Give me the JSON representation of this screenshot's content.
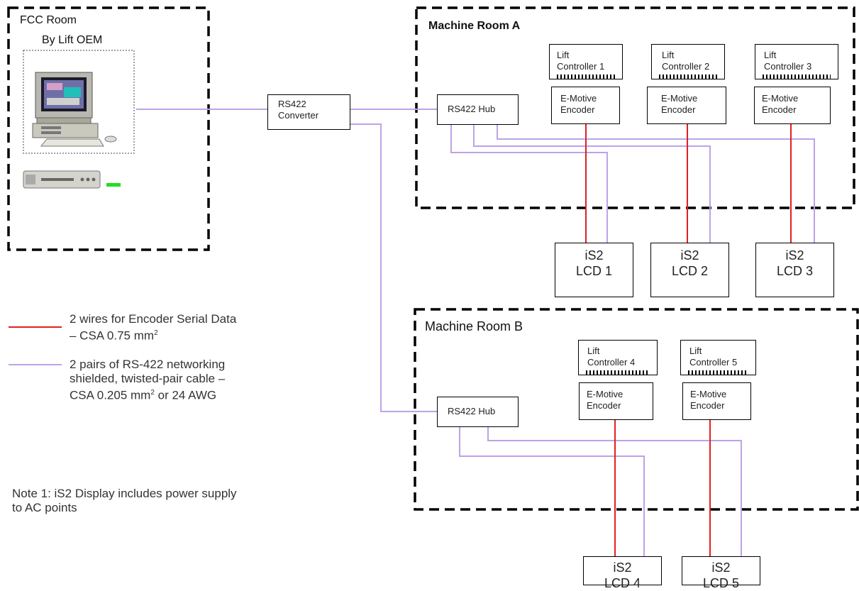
{
  "fcc_room": {
    "title": "FCC Room",
    "subtitle": "By Lift OEM",
    "icons": [
      "computer-workstation-icon",
      "dvr-recorder-icon"
    ]
  },
  "rs422_converter": {
    "line1": "RS422",
    "line2": "Converter"
  },
  "machine_room_a": {
    "title": "Machine Room A",
    "hub_label": "RS422 Hub",
    "controllers": [
      {
        "line1": "Lift",
        "line2": "Controller 1",
        "enc1": "E-Motive",
        "enc2": "Encoder"
      },
      {
        "line1": "Lift",
        "line2": "Controller 2",
        "enc1": "E-Motive",
        "enc2": "Encoder"
      },
      {
        "line1": "Lift",
        "line2": "Controller 3",
        "enc1": "E-Motive",
        "enc2": "Encoder"
      }
    ]
  },
  "machine_room_b": {
    "title": "Machine Room B",
    "hub_label": "RS422 Hub",
    "controllers": [
      {
        "line1": "Lift",
        "line2": "Controller 4",
        "enc1": "E-Motive",
        "enc2": "Encoder"
      },
      {
        "line1": "Lift",
        "line2": "Controller 5",
        "enc1": "E-Motive",
        "enc2": "Encoder"
      }
    ]
  },
  "displays": [
    {
      "line1": "iS2",
      "line2": "LCD 1"
    },
    {
      "line1": "iS2",
      "line2": "LCD 2"
    },
    {
      "line1": "iS2",
      "line2": "LCD 3"
    },
    {
      "line1": "iS2",
      "line2": "LCD 4"
    },
    {
      "line1": "iS2",
      "line2": "LCD 5"
    }
  ],
  "legend": {
    "red_line1": "2 wires for Encoder Serial Data",
    "red_line2_prefix": "– CSA 0.75 mm",
    "purple_line1": "2 pairs of RS-422 networking",
    "purple_line2": "shielded, twisted-pair cable –",
    "purple_line3_prefix": "CSA 0.205 mm",
    "purple_line3_suffix": " or 24 AWG",
    "superscript": "2"
  },
  "note": {
    "line1": "Note 1: iS2 Display includes power supply",
    "line2": "to AC points"
  },
  "colors": {
    "encoder_wire": "#e0201f",
    "rs422_cable": "#bca3e8",
    "status_led": "#22dd22"
  }
}
